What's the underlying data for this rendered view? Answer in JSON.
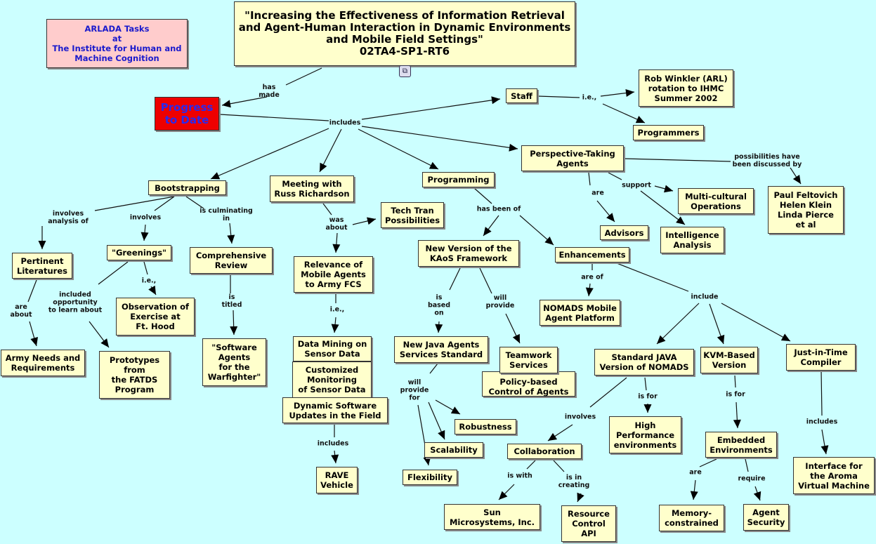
{
  "colors": {
    "background": "#ccffff",
    "node": "#ffffcc",
    "header_node": "#ffcccc",
    "highlight_node": "#ee0000",
    "header_text": "#1a1acc"
  },
  "nodes": {
    "arlada": "ARLADA Tasks\nat\nThe Institute for Human and\nMachine Cognition",
    "title": "\"Increasing the Effectiveness of Information Retrieval\nand Agent-Human Interaction in Dynamic Environments\nand Mobile Field Settings\"\n02TA4-SP1-RT6",
    "progress": "Progress\nto Date",
    "staff": "Staff",
    "rob": "Rob Winkler (ARL)\nrotation to IHMC\nSummer 2002",
    "programmers": "Programmers",
    "perspective": "Perspective-Taking\nAgents",
    "paul": "Paul Feltovich\nHelen Klein\nLinda Pierce\net al",
    "multicultural": "Multi-cultural\nOperations",
    "intelligence": "Intelligence\nAnalysis",
    "advisors": "Advisors",
    "bootstrapping": "Bootstrapping",
    "meeting": "Meeting with\nRuss Richardson",
    "techtran": "Tech Tran\nPossibilities",
    "programming": "Programming",
    "pertinent": "Pertinent\nLiteratures",
    "greenings": "\"Greenings\"",
    "comprehensive": "Comprehensive\nReview",
    "relevance": "Relevance of\nMobile Agents\nto Army FCS",
    "newversion": "New Version of the\nKAoS Framework",
    "enhancements": "Enhancements",
    "observation": "Observation of\nExercise at\nFt. Hood",
    "datamining": "Data Mining on\nSensor Data",
    "customized": "Customized\nMonitoring\nof Sensor Data",
    "dynamic": "Dynamic Software\nUpdates in the Field",
    "nomads_mobile": "NOMADS Mobile\nAgent Platform",
    "newjava": "New Java Agents\nServices Standard",
    "policy": "Policy-based\nControl of Agents",
    "teamwork": "Teamwork\nServices",
    "standardjava": "Standard JAVA\nVersion of NOMADS",
    "kvm": "KVM-Based\nVersion",
    "jit": "Just-in-Time\nCompiler",
    "army": "Army Needs and\nRequirements",
    "prototypes": "Prototypes\nfrom\nthe FATDS\nProgram",
    "software": "\"Software\nAgents\nfor the\nWarfighter\"",
    "robustness": "Robustness",
    "scalability": "Scalability",
    "flexibility": "Flexibility",
    "collaboration": "Collaboration",
    "high": "High\nPerformance\nenvironments",
    "embedded": "Embedded\nEnvironments",
    "rave": "RAVE\nVehicle",
    "sun": "Sun\nMicrosystems, Inc.",
    "resource": "Resource\nControl\nAPI",
    "memory": "Memory-\nconstrained",
    "agentsec": "Agent\nSecurity",
    "interface": "Interface for\nthe Aroma\nVirtual Machine"
  },
  "links": {
    "has_made": "has\nmade",
    "includes_main": "includes",
    "ie_staff": "i.e.,",
    "possibilities": "possibilities have\nbeen discussed by",
    "are_adv": "are",
    "support": "support",
    "involves_analysis": "involves\nanalysis of",
    "involves": "involves",
    "culminating": "is culminating\nin",
    "are_about": "are\nabout",
    "included_opp": "included\nopportunity\nto learn about",
    "ie_green": "i.e.,",
    "is_titled": "is\ntitled",
    "was_about": "was\nabout",
    "ie_rel": "i.e.,",
    "includes_dyn": "includes",
    "has_been_of": "has been of",
    "is_based_on": "is\nbased\non",
    "will_provide": "will\nprovide",
    "will_provide_for": "will\nprovide\nfor",
    "are_of": "are of",
    "include_enh": "include",
    "involves_std": "involves",
    "is_for_std": "is for",
    "is_for_kvm": "is for",
    "includes_jit": "includes",
    "is_with": "is with",
    "is_in_creating": "is in\ncreating",
    "are_emb": "are",
    "require": "require"
  },
  "submap_icon": "concept-map-submap-icon"
}
